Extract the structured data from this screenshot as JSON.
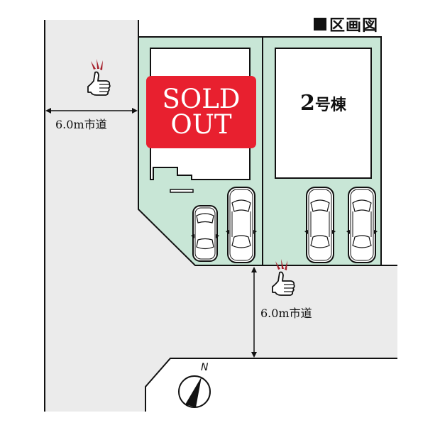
{
  "header": {
    "title": "区画図",
    "title_marker": "black-square"
  },
  "lots": [
    {
      "id": "lot-1",
      "label_line1": "SOLD",
      "label_line2": "OUT",
      "status": "sold",
      "parking_spaces": 2
    },
    {
      "id": "lot-2",
      "number": "2",
      "suffix": "号棟",
      "status": "available",
      "parking_spaces": 2
    }
  ],
  "roads": {
    "left": {
      "label": "6.0m市道",
      "icon": "thumbs-up-icon"
    },
    "bottom": {
      "label": "6.0m市道",
      "icon": "thumbs-up-icon"
    }
  },
  "compass": {
    "label": "N",
    "icon": "north-arrow-icon"
  },
  "colors": {
    "lot_fill": "#c8e6d6",
    "road_fill": "#ebebeb",
    "sold_badge": "#e8202f",
    "line": "#111111",
    "thumb_accent": "#a51e2a"
  }
}
